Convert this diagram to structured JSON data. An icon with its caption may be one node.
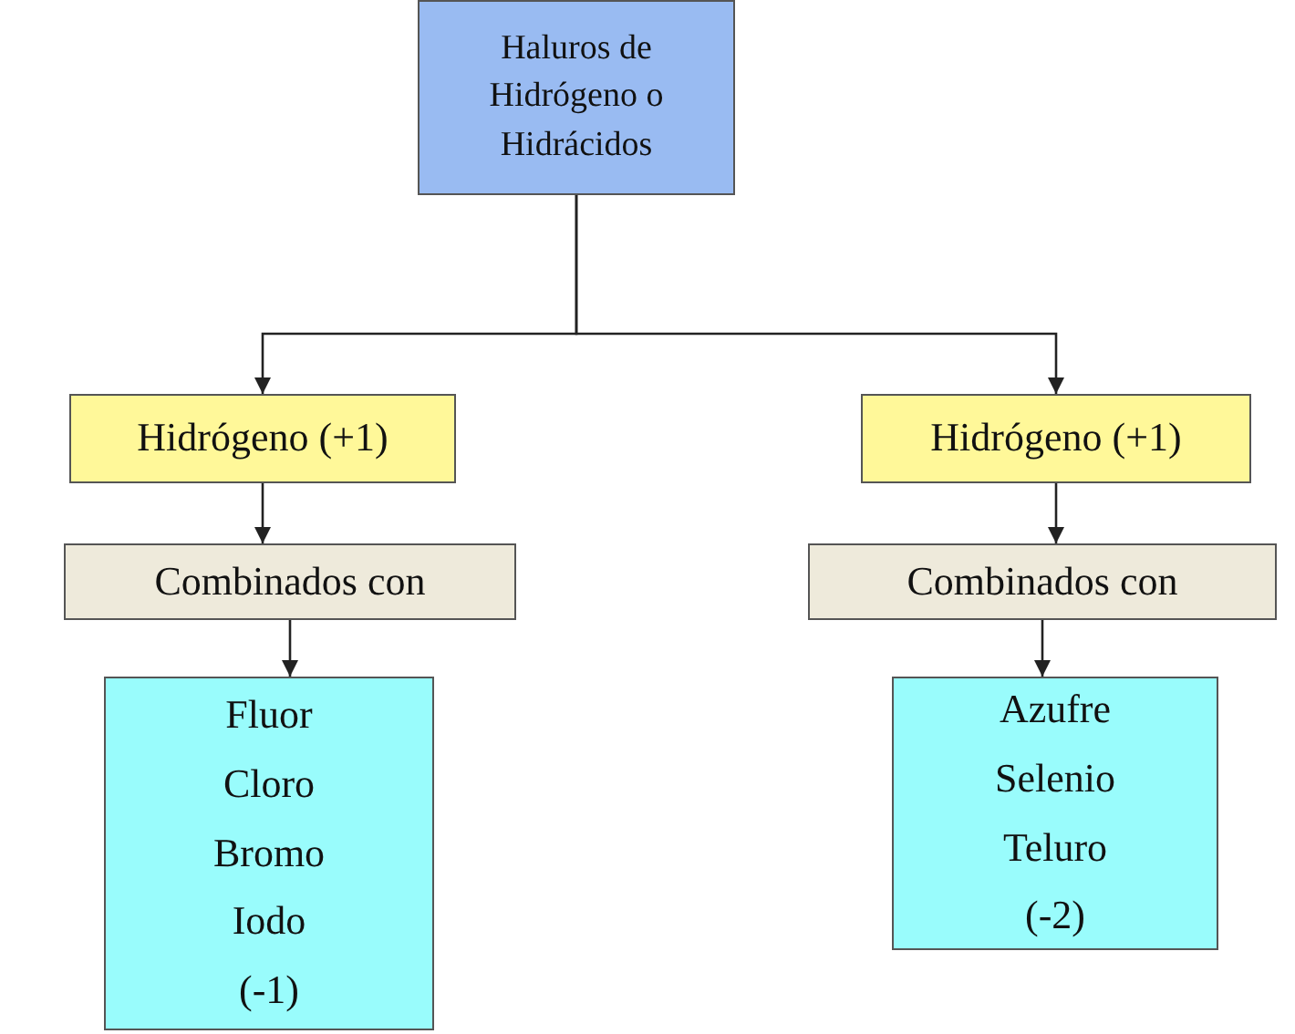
{
  "diagram": {
    "nodes": [
      {
        "text": [
          "Haluros de Hidrógeno o Hidrácidos"
        ]
      },
      {
        "text": [
          "Hidrógeno (+1)"
        ]
      },
      {
        "text": [
          "Hidrógeno (+1)"
        ]
      },
      {
        "text": [
          "Combinados con"
        ]
      },
      {
        "text": [
          "Combinados con"
        ]
      },
      {
        "text": [
          "Fluor",
          "Cloro",
          "Bromo",
          "Iodo",
          "(-1)"
        ]
      },
      {
        "text": [
          "Azufre",
          "Selenio",
          "Teluro",
          "(-2)"
        ]
      }
    ],
    "edges": [
      {
        "from": 0,
        "to": 1,
        "arrow": "to"
      },
      {
        "from": 0,
        "to": 2,
        "arrow": "to"
      },
      {
        "from": 1,
        "to": 3,
        "arrow": "to"
      },
      {
        "from": 2,
        "to": 4,
        "arrow": "to"
      },
      {
        "from": 3,
        "to": 5,
        "arrow": "to"
      },
      {
        "from": 4,
        "to": 6,
        "arrow": "to"
      }
    ]
  }
}
